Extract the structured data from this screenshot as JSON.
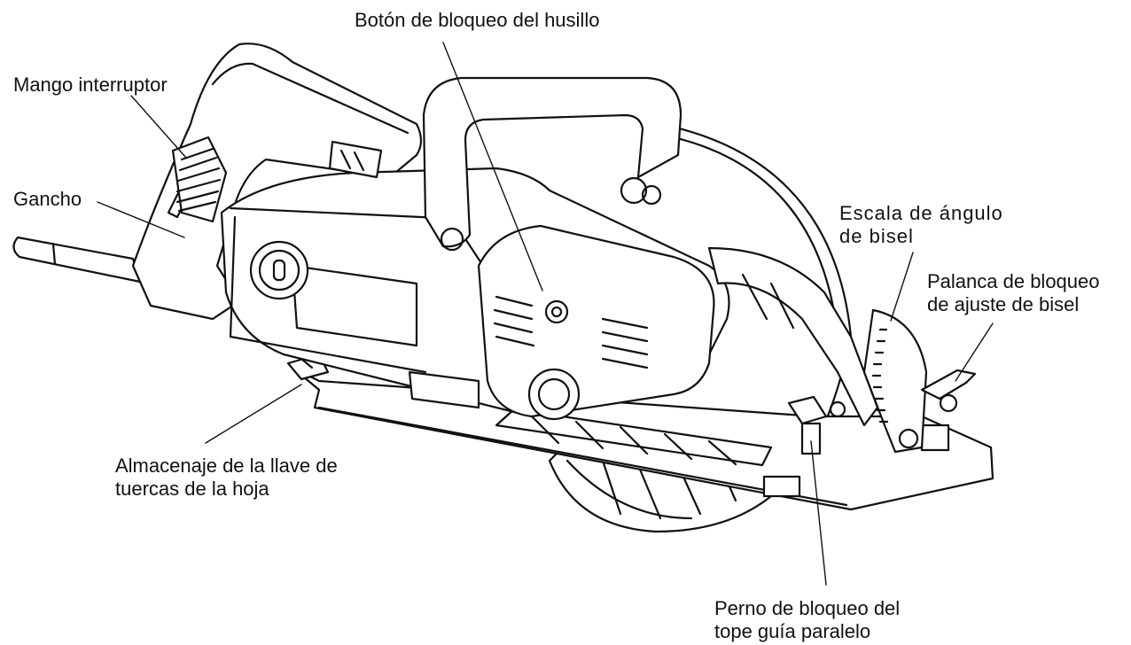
{
  "labels": {
    "spindle_lock": "Botón de bloqueo del husillo",
    "switch_handle": "Mango interruptor",
    "hook": "Gancho",
    "bevel_scale": [
      "Escala de ángulo",
      "de bisel"
    ],
    "bevel_lever": [
      "Palanca de bloqueo",
      "de ajuste de bisel"
    ],
    "wrench_storage": [
      "Almacenaje de la llave de",
      "tuercas de la hoja"
    ],
    "guide_bolt": [
      "Perno de bloqueo del",
      "tope guía paralelo"
    ]
  },
  "colors": {
    "ink": "#111111",
    "fill": "#ffffff",
    "shade": "#2a2a2a"
  }
}
